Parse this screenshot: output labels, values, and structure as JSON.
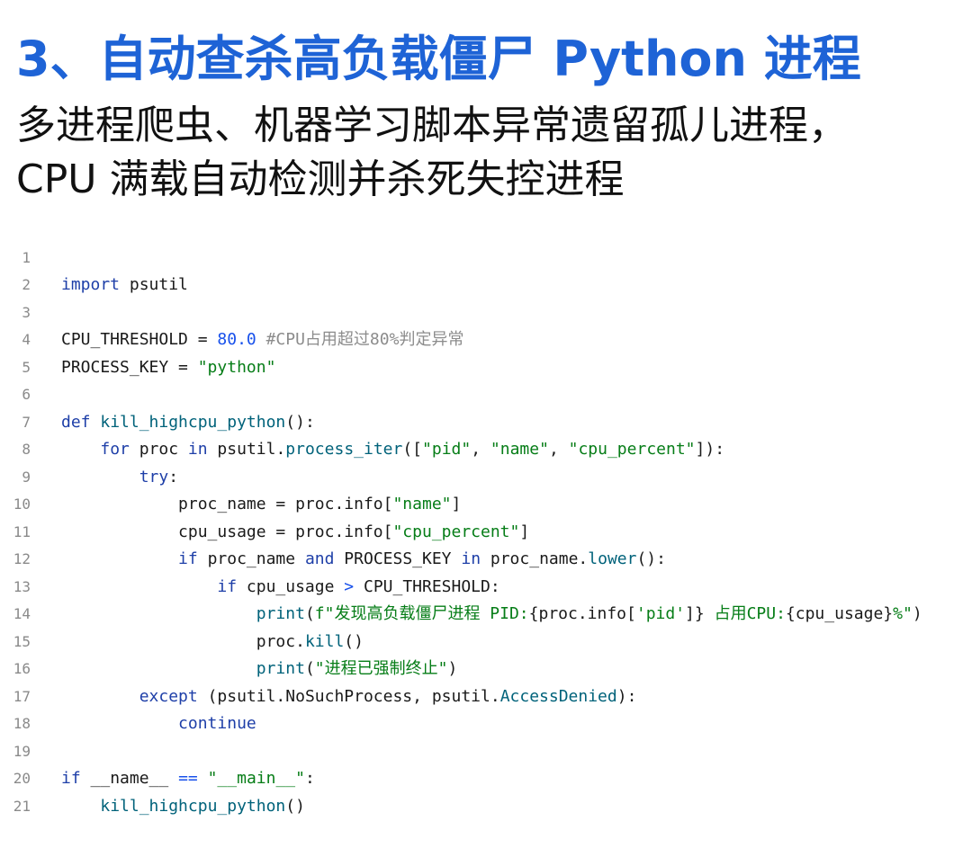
{
  "heading": {
    "title": "3、自动查杀高负载僵尸 Python 进程",
    "subtitle_line1": "多进程爬虫、机器学习脚本异常遗留孤儿进程，",
    "subtitle_line2": "CPU 满载自动检测并杀死失控进程"
  },
  "code": {
    "line_numbers": [
      "1",
      "2",
      "3",
      "4",
      "5",
      "6",
      "7",
      "8",
      "9",
      "10",
      "11",
      "12",
      "13",
      "14",
      "15",
      "16",
      "17",
      "18",
      "19",
      "20",
      "21"
    ],
    "l1_import": "import",
    "l1_rest": " psutil",
    "l3_var": "CPU_THRESHOLD = ",
    "l3_num": "80.0",
    "l3_comment": " #CPU占用超过80%判定异常",
    "l4_var": "PROCESS_KEY = ",
    "l4_str": "\"python\"",
    "l6_def": "def",
    "l6_fn": " kill_highcpu_python",
    "l6_rest": "():",
    "l7_for": "for",
    "l7_a": " proc ",
    "l7_in": "in",
    "l7_b": " psutil.",
    "l7_method": "process_iter",
    "l7_c": "([",
    "l7_s1": "\"pid\"",
    "l7_d": ", ",
    "l7_s2": "\"name\"",
    "l7_e": ", ",
    "l7_s3": "\"cpu_percent\"",
    "l7_f": "]):",
    "l8_try": "try",
    "l8_rest": ":",
    "l9_a": "proc_name = proc.info[",
    "l9_s": "\"name\"",
    "l9_b": "]",
    "l10_a": "cpu_usage = proc.info[",
    "l10_s": "\"cpu_percent\"",
    "l10_b": "]",
    "l11_if": "if",
    "l11_a": " proc_name ",
    "l11_and": "and",
    "l11_b": " PROCESS_KEY ",
    "l11_in": "in",
    "l11_c": " proc_name.",
    "l11_method": "lower",
    "l11_d": "():",
    "l12_if": "if",
    "l12_a": " cpu_usage ",
    "l12_gt": ">",
    "l12_b": " CPU_THRESHOLD:",
    "l13_print": "print",
    "l13_a": "(",
    "l13_f": "f\"发现高负载僵尸进程 PID:",
    "l13_b": "{proc.info[",
    "l13_pid": "'pid'",
    "l13_c": "]}",
    "l13_d": " 占用CPU:",
    "l13_e": "{cpu_usage}",
    "l13_g": "%\"",
    "l13_h": ")",
    "l14_a": "proc.",
    "l14_method": "kill",
    "l14_b": "()",
    "l15_print": "print",
    "l15_a": "(",
    "l15_s": "\"进程已强制终止\"",
    "l15_b": ")",
    "l16_except": "except",
    "l16_a": " (psutil.NoSuchProcess, psutil.",
    "l16_b": "AccessDenied",
    "l16_c": "):",
    "l17_continue": "continue",
    "l19_if": "if",
    "l19_a": " __name__ ",
    "l19_eq": "==",
    "l19_b": " ",
    "l19_s": "\"__main__\"",
    "l19_c": ":",
    "l20_fn": "kill_highcpu_python",
    "l20_rest": "()"
  },
  "colors": {
    "title": "#1e63d6",
    "keyword": "#1e3fa8",
    "string": "#067d17",
    "number": "#1750eb",
    "comment": "#8c8c8c",
    "line_number": "#8a8a8a"
  }
}
